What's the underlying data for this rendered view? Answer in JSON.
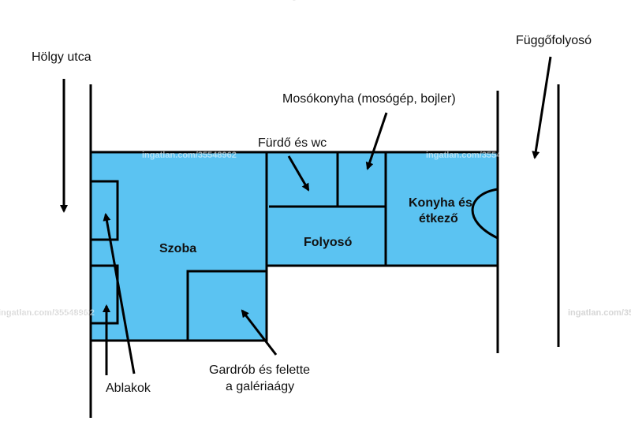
{
  "colors": {
    "room_fill": "#5bc3f2",
    "wall": "#000000",
    "background": "#ffffff"
  },
  "labels": {
    "holgy_utca": "Hölgy utca",
    "fuggofolyoso": "Függőfolyosó",
    "mosokonyha": "Mosókonyha (mosógép, bojler)",
    "furdo": "Fürdő és wc",
    "szoba": "Szoba",
    "folyoso": "Folyosó",
    "konyha_1": "Konyha és",
    "konyha_2": "étkező",
    "gardrob_1": "Gardrób és felette",
    "gardrob_2": "a galériaágy",
    "ablakok": "Ablakok"
  },
  "watermark": "ingatlan.com/35548962"
}
